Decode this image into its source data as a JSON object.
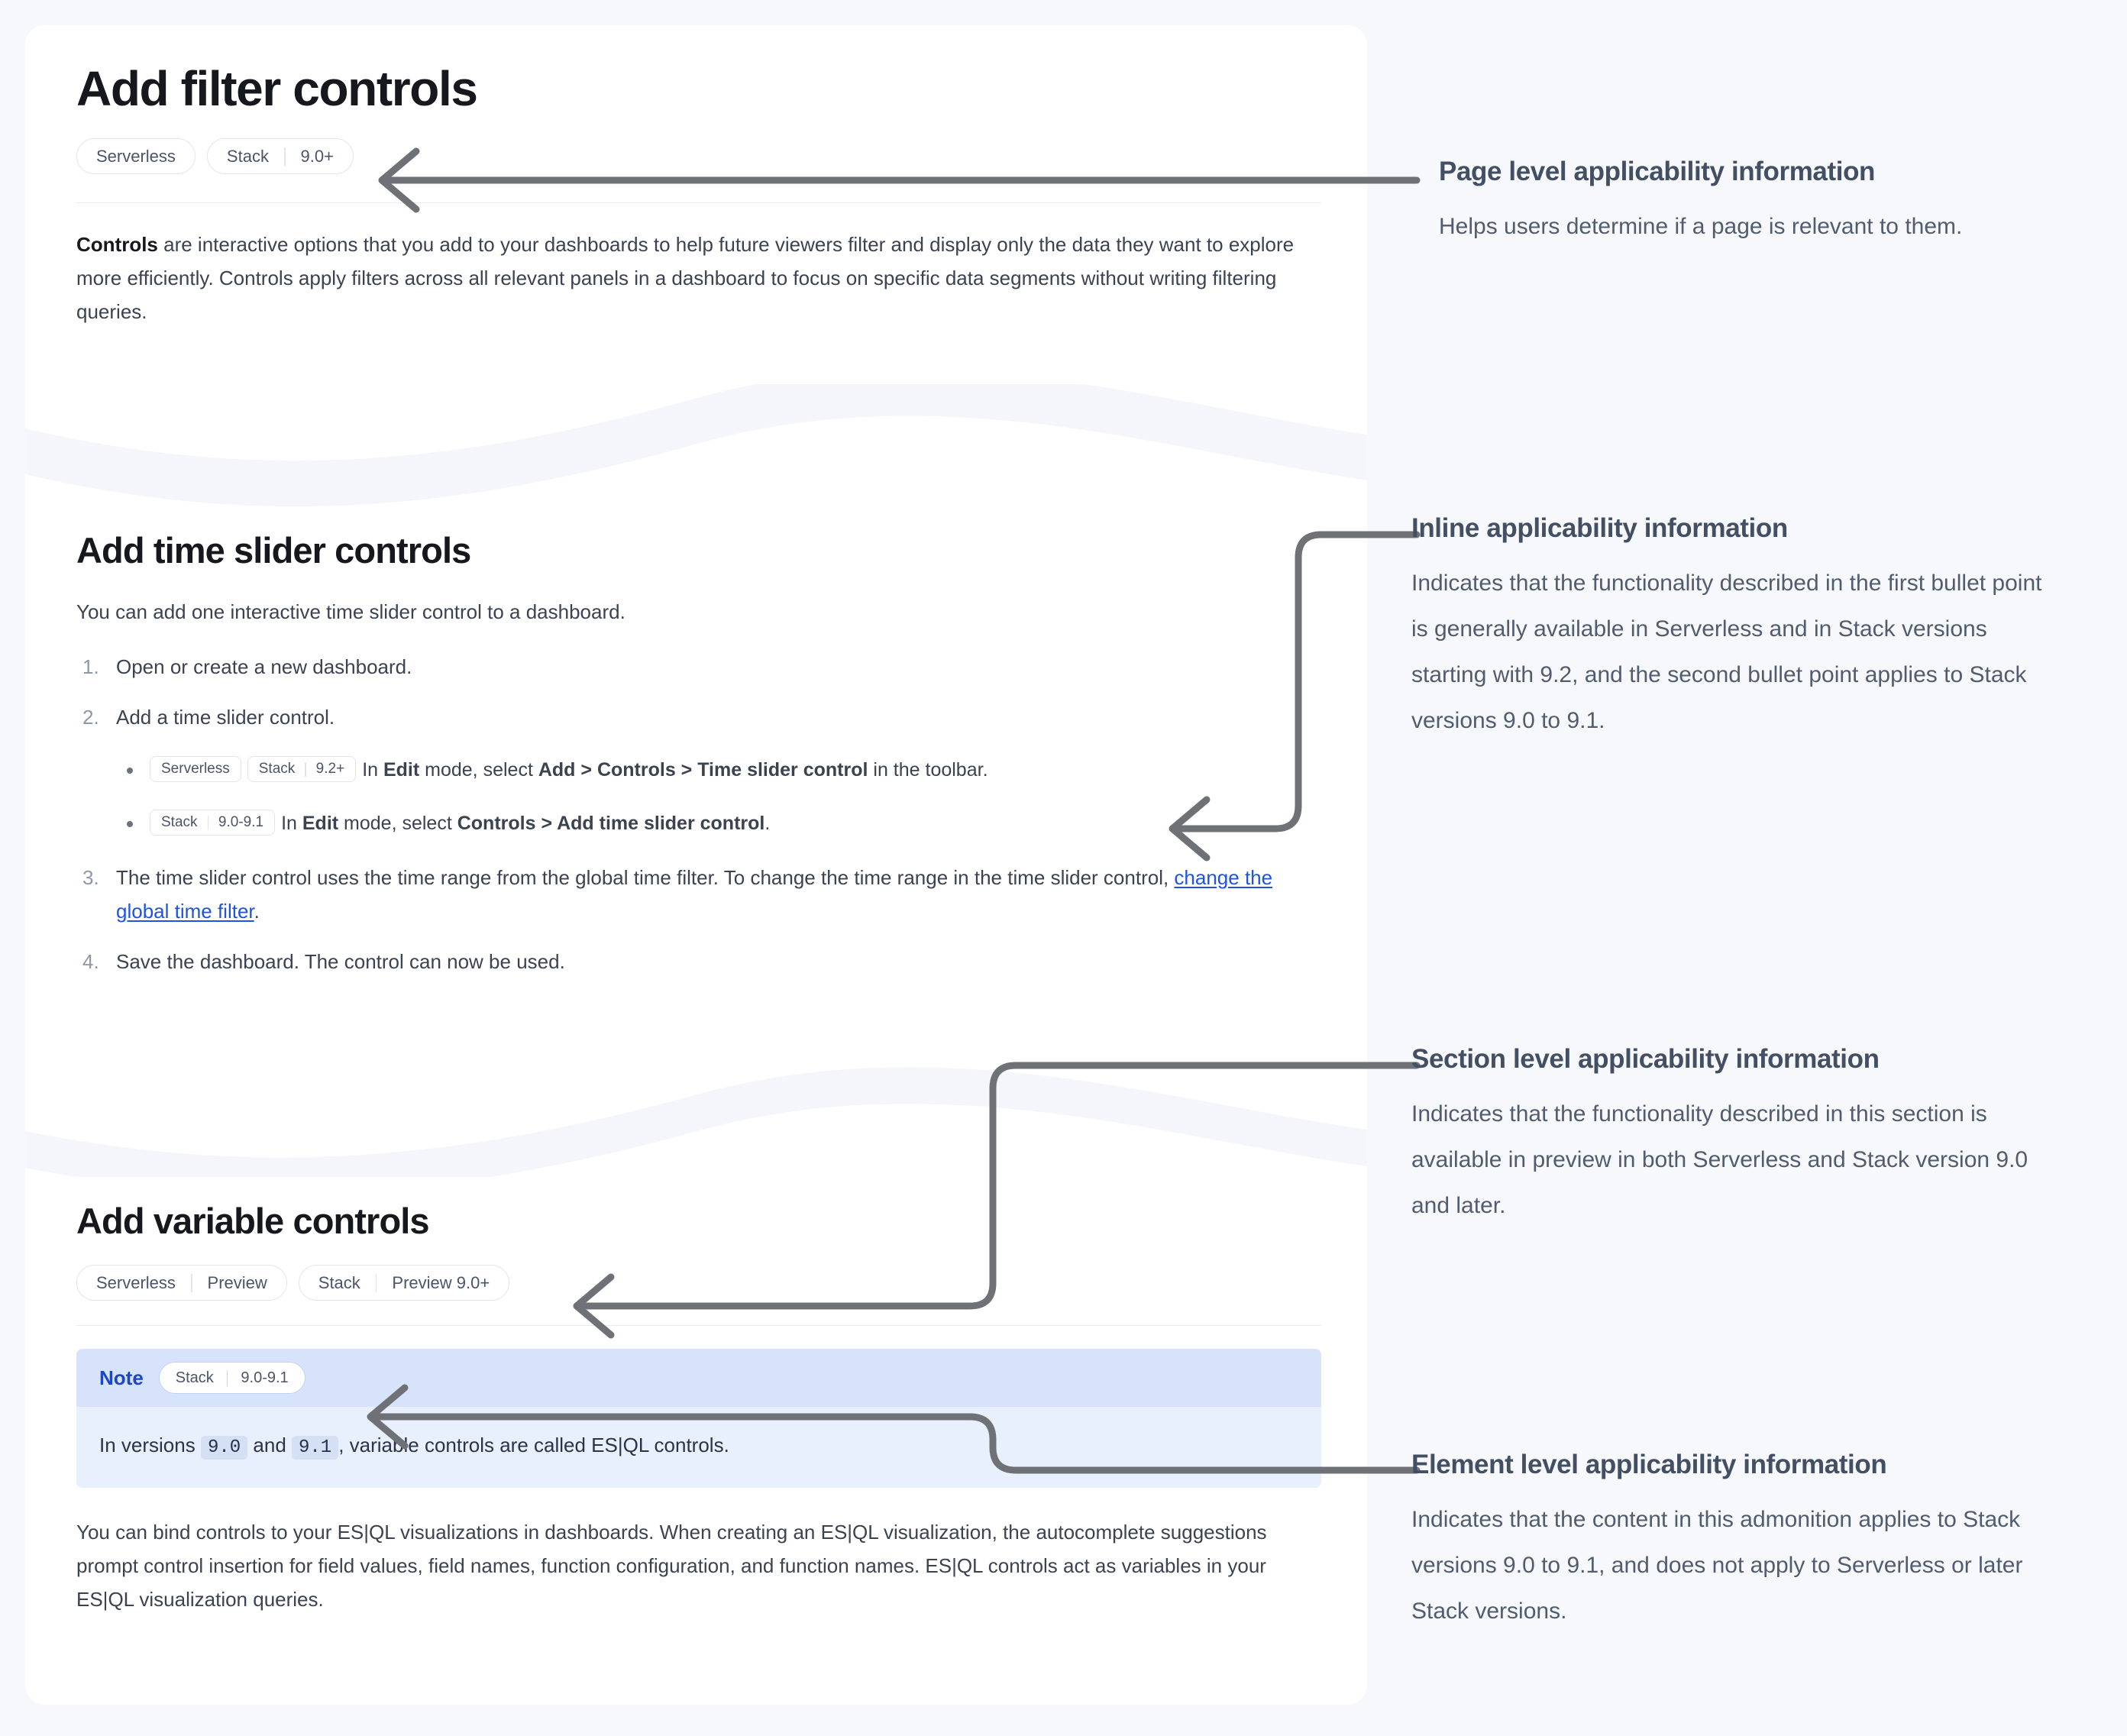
{
  "doc": {
    "page_title": "Add filter controls",
    "page_badges": [
      {
        "name": "Serverless",
        "version": ""
      },
      {
        "name": "Stack",
        "version": "9.0+"
      }
    ],
    "intro": {
      "lead": "Controls",
      "rest": " are interactive options that you add to your dashboards to help future viewers filter and display only the data they want to explore more efficiently. Controls apply filters across all relevant panels in a dashboard to focus on specific data segments without writing filtering queries."
    },
    "time_slider_section": {
      "title": "Add time slider controls",
      "intro": "You can add one interactive time slider control to a dashboard.",
      "steps": [
        {
          "num": "1.",
          "text": "Open or create a new dashboard."
        },
        {
          "num": "2.",
          "text": "Add a time slider control."
        },
        {
          "num": "3.",
          "text": "The time slider control uses the time range from the global time filter. To change the time range in the time slider control, ",
          "link": "change the global time filter",
          "tail": "."
        },
        {
          "num": "4.",
          "text": "Save the dashboard. The control can now be used."
        }
      ],
      "bullets": [
        {
          "badges": [
            {
              "name": "Serverless",
              "version": ""
            },
            {
              "name": "Stack",
              "version": "9.2+"
            }
          ],
          "prefix": "In ",
          "b1": "Edit",
          "mid1": " mode, select ",
          "b2": "Add",
          "sep1": " > ",
          "b3": "Controls",
          "sep2": " > ",
          "b4": "Time slider control",
          "tail": " in the toolbar."
        },
        {
          "badges": [
            {
              "name": "Stack",
              "version": "9.0-9.1"
            }
          ],
          "prefix": "In ",
          "b1": "Edit",
          "mid1": " mode, select ",
          "b2": "Controls",
          "sep1": " > ",
          "b3": "Add time slider control",
          "tail": "."
        }
      ]
    },
    "variable_section": {
      "title": "Add variable controls",
      "badges": [
        {
          "name": "Serverless",
          "version": "Preview"
        },
        {
          "name": "Stack",
          "version": "Preview 9.0+"
        }
      ],
      "note": {
        "label": "Note",
        "badge": {
          "name": "Stack",
          "version": "9.0-9.1"
        },
        "body_prefix": "In versions ",
        "code1": "9.0",
        "body_mid": " and ",
        "code2": "9.1",
        "body_tail": ", variable controls are called ES|QL controls."
      },
      "paragraph": "You can bind controls to your ES|QL visualizations in dashboards. When creating an ES|QL visualization, the autocomplete suggestions prompt control insertion for field values, field names, function configuration, and function names. ES|QL controls act as variables in your ES|QL visualization queries."
    }
  },
  "annotations": [
    {
      "id": "page-level",
      "title": "Page level applicability information",
      "body": "Helps users determine if a page is relevant to them."
    },
    {
      "id": "inline",
      "title": "Inline applicability information",
      "body": "Indicates that the functionality described in the first bullet point is generally available in Serverless and in Stack versions starting with 9.2, and the second bullet point applies to Stack versions 9.0 to 9.1."
    },
    {
      "id": "section-level",
      "title": "Section level applicability information",
      "body": "Indicates that the functionality described in this section is available in preview in both Serverless and Stack version 9.0 and later."
    },
    {
      "id": "element-level",
      "title": "Element level applicability information",
      "body": "Indicates that the content in this admonition applies to Stack versions 9.0 to 9.1, and does not apply to Serverless or later Stack versions."
    }
  ],
  "colors": {
    "page_background": "#f7f8fc",
    "card_background": "#ffffff",
    "connector": "#6e7276",
    "link": "#1f53e0",
    "note_header": "#d7e3fb",
    "note_body": "#e8effd",
    "note_label": "#1d46c4",
    "badge_border": "#e2e5ee",
    "badge_text": "#4b5567"
  }
}
